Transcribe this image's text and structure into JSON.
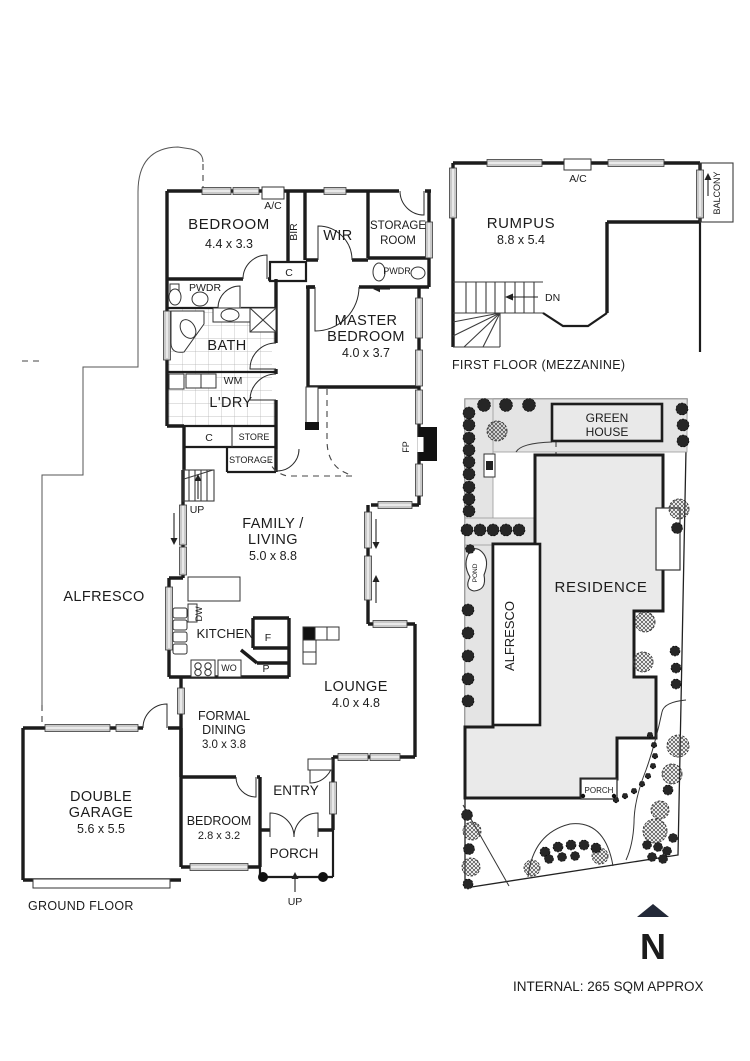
{
  "colors": {
    "wall": "#1c1c1c",
    "window_fill": "#c9c9c9",
    "site_path": "#e4e4e4",
    "residence_fill": "#eaeaea",
    "north": "#232938"
  },
  "icons": {
    "north_arrow": "filled-triangle-up",
    "tree": "dark-shrub-circle",
    "hatch_tree": "crosshatch-tree-circle",
    "stairs": "parallel-treads",
    "fireplace": "solid-black-box"
  },
  "ground_floor": {
    "title": "GROUND FLOOR",
    "labels": {
      "bedroom1": "BEDROOM",
      "bedroom1_dims": "4.4 x 3.3",
      "ac": "A/C",
      "bir": "BIR",
      "wir": "WIR",
      "storage_room_1": "STORAGE",
      "storage_room_2": "ROOM",
      "c_hall": "C",
      "pwdr_right": "PWDR",
      "pwdr_left": "PWDR",
      "master_1": "MASTER",
      "master_2": "BEDROOM",
      "master_dims": "4.0 x 3.7",
      "bath": "BATH",
      "wm": "WM",
      "ldry": "L'DRY",
      "c_row": "C",
      "store": "STORE",
      "storage": "STORAGE",
      "up_stairs": "UP",
      "family_1": "FAMILY /",
      "family_2": "LIVING",
      "family_dims": "5.0 x 8.8",
      "dw": "DW",
      "kitchen": "KITCHEN",
      "fridge": "F",
      "pantry": "P",
      "wall_oven": "WO",
      "fp": "FP",
      "lounge": "LOUNGE",
      "lounge_dims": "4.0 x 4.8",
      "alfresco": "ALFRESCO",
      "dining_1": "FORMAL",
      "dining_2": "DINING",
      "dining_dims": "3.0 x 3.8",
      "garage_1": "DOUBLE",
      "garage_2": "GARAGE",
      "garage_dims": "5.6 x 5.5",
      "bedroom3": "BEDROOM",
      "bedroom3_dims": "2.8 x 3.2",
      "entry": "ENTRY",
      "porch": "PORCH",
      "up_porch": "UP"
    }
  },
  "first_floor": {
    "title": "FIRST FLOOR (MEZZANINE)",
    "labels": {
      "rumpus": "RUMPUS",
      "rumpus_dims": "8.8 x 5.4",
      "ac": "A/C",
      "balcony": "BALCONY",
      "dn": "DN"
    }
  },
  "site_plan": {
    "labels": {
      "green_house_1": "GREEN",
      "green_house_2": "HOUSE",
      "residence": "RESIDENCE",
      "alfresco": "ALFRESCO",
      "pond": "POND",
      "porch": "PORCH"
    }
  },
  "footer": {
    "north_letter": "N",
    "internal_area": "INTERNAL: 265 SQM APPROX"
  }
}
